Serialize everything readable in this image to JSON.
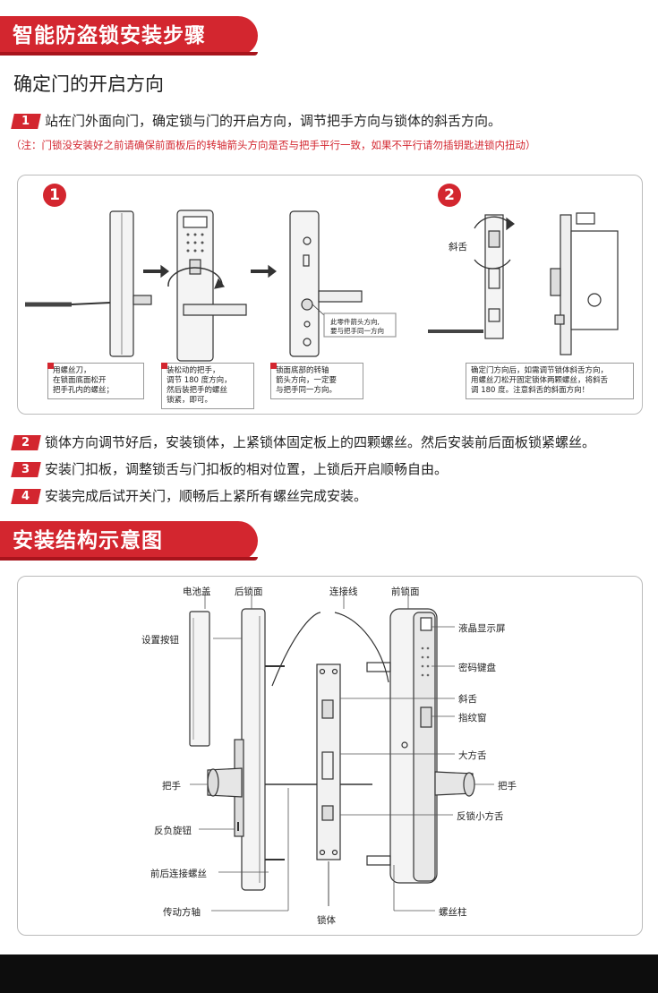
{
  "section1": {
    "banner": "智能防盗锁安装步骤",
    "subtitle": "确定门的开启方向",
    "steps": [
      {
        "num": "1",
        "text": "站在门外面向门，确定锁与门的开启方向，调节把手方向与锁体的斜舌方向。"
      },
      {
        "num": "2",
        "text": "锁体方向调节好后，安装锁体，上紧锁体固定板上的四颗螺丝。然后安装前后面板锁紧螺丝。"
      },
      {
        "num": "3",
        "text": "安装门扣板，调整锁舌与门扣板的相对位置，上锁后开启顺畅自由。"
      },
      {
        "num": "4",
        "text": "安装完成后试开关门，顺畅后上紧所有螺丝完成安装。"
      }
    ],
    "note": "（注：门锁没安装好之前请确保前面板后的转轴箭头方向是否与把手平行一致，如果不平行请勿插钥匙进锁内扭动）",
    "diagram": {
      "badge1": "1",
      "badge2": "2",
      "cap1": [
        "用螺丝刀，",
        "在锁面底面松开",
        "把手孔内的螺丝；"
      ],
      "cap2": [
        "装松动的把手，",
        "调节 180 度方向，",
        "然后装把手的螺丝",
        "锁紧，即可。"
      ],
      "cap3": [
        "锁面底部的转轴",
        "箭头方向，一定要",
        "与把手同一方向。"
      ],
      "cap4": [
        "确定门方向后，如需调节锁体斜舌方向，",
        "用螺丝刀松开固定锁体两颗螺丝，将斜舌",
        "调 180 度。注意斜舌的斜面方向！"
      ],
      "callout": [
        "此零件箭头方向,",
        "要与把手同一方向"
      ],
      "latch_label": "斜舌"
    }
  },
  "section2": {
    "banner": "安装结构示意图",
    "labels": {
      "battery_cover": "电池盖",
      "rear_panel": "后锁面",
      "cable": "连接线",
      "front_panel": "前锁面",
      "setting_button": "设置按钮",
      "lcd": "液晶显示屏",
      "keypad": "密码键盘",
      "latch": "斜舌",
      "fingerprint": "指纹窗",
      "deadbolt": "大方舌",
      "handle_left": "把手",
      "handle_right": "把手",
      "reverse_knob": "反负旋钮",
      "anti_lock": "反锁小方舌",
      "connect_screw": "前后连接螺丝",
      "drive_shaft": "传动方轴",
      "lock_body": "锁体",
      "screw_post": "螺丝柱"
    }
  }
}
